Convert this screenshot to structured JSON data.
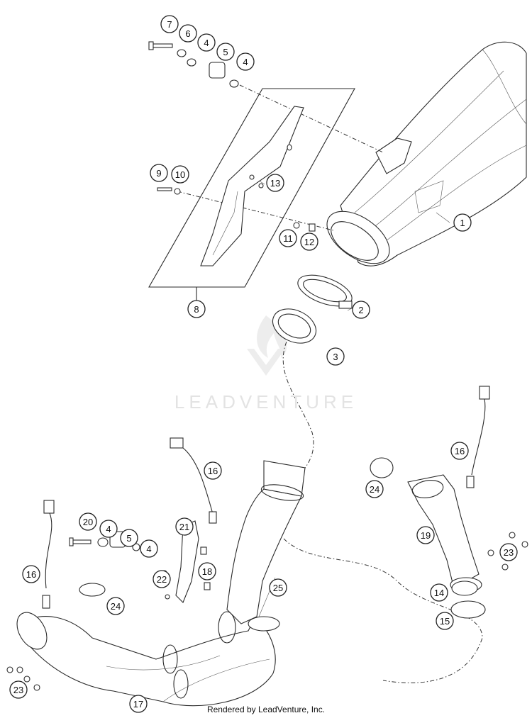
{
  "watermark": {
    "text": "LEADVENTURE"
  },
  "footer": {
    "credit": "Rendered by LeadVenture, Inc."
  },
  "callouts": [
    {
      "label": "7"
    },
    {
      "label": "6"
    },
    {
      "label": "4"
    },
    {
      "label": "5"
    },
    {
      "label": "4"
    },
    {
      "label": "9"
    },
    {
      "label": "10"
    },
    {
      "label": "13"
    },
    {
      "label": "1"
    },
    {
      "label": "11"
    },
    {
      "label": "12"
    },
    {
      "label": "8"
    },
    {
      "label": "2"
    },
    {
      "label": "3"
    },
    {
      "label": "16"
    },
    {
      "label": "16"
    },
    {
      "label": "24"
    },
    {
      "label": "19"
    },
    {
      "label": "23"
    },
    {
      "label": "20"
    },
    {
      "label": "4"
    },
    {
      "label": "5"
    },
    {
      "label": "4"
    },
    {
      "label": "21"
    },
    {
      "label": "16"
    },
    {
      "label": "22"
    },
    {
      "label": "18"
    },
    {
      "label": "24"
    },
    {
      "label": "25"
    },
    {
      "label": "14"
    },
    {
      "label": "15"
    },
    {
      "label": "23"
    },
    {
      "label": "17"
    }
  ]
}
